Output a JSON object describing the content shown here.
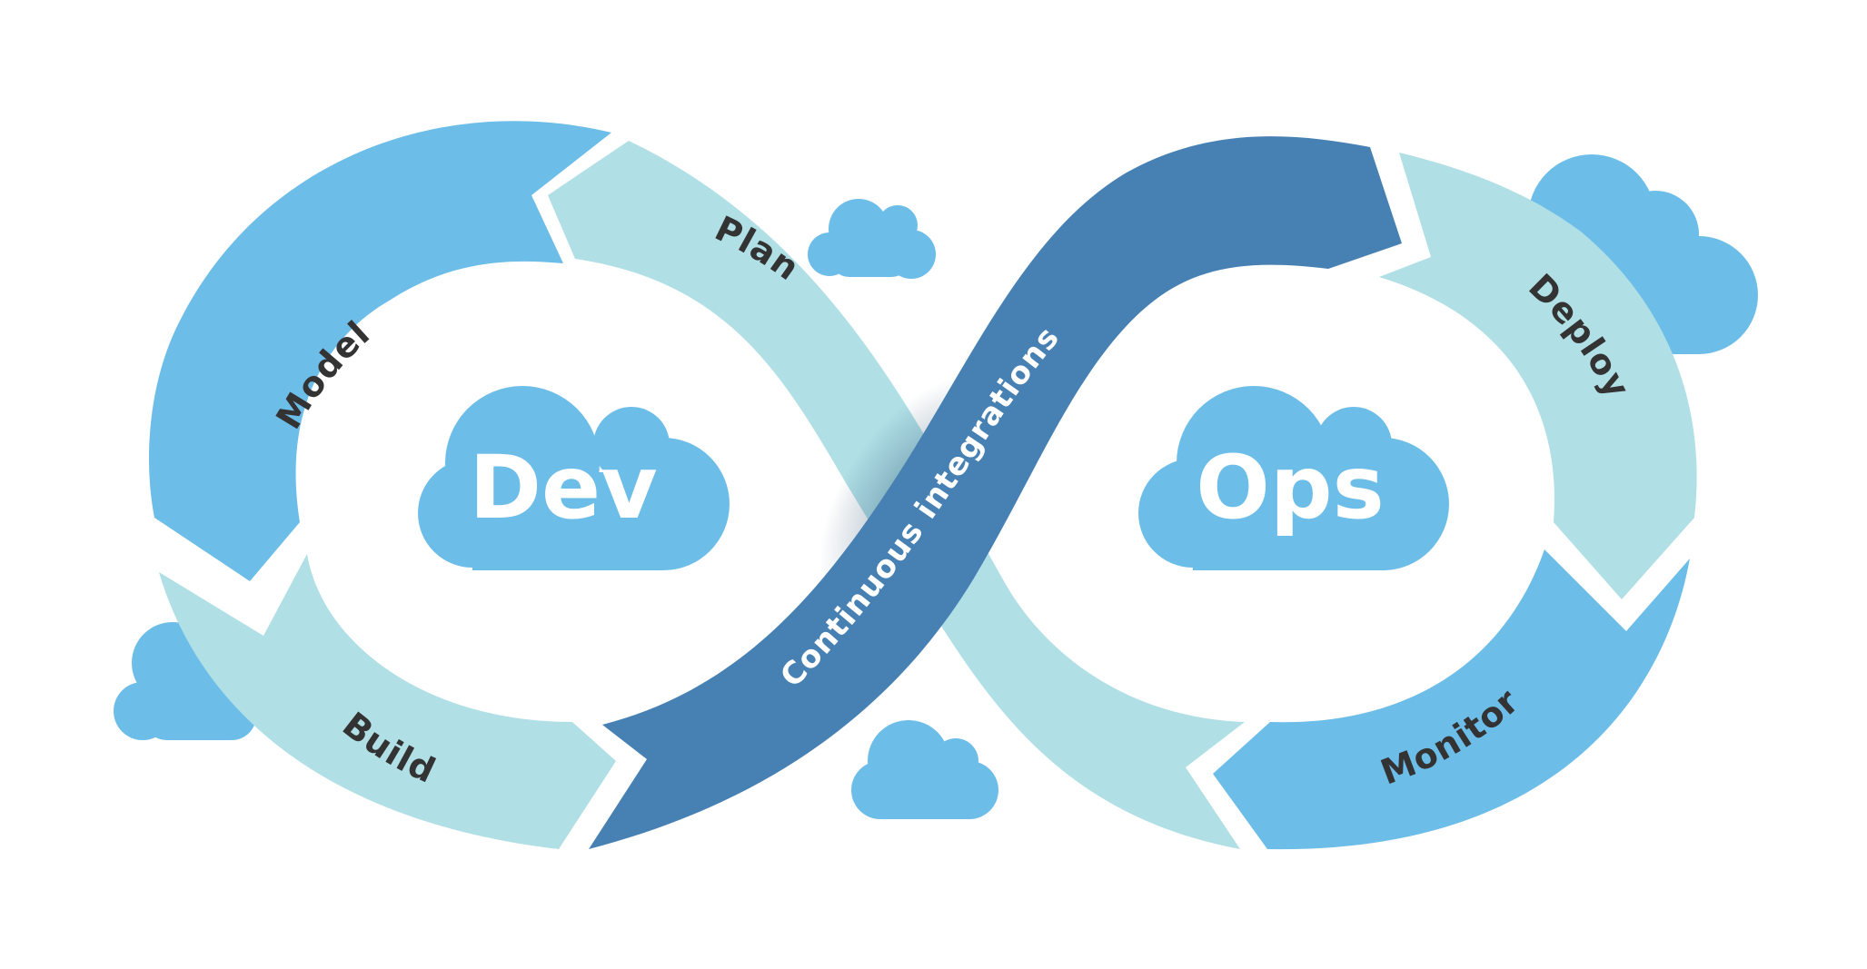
{
  "diagram": {
    "center_left_label": "Dev",
    "center_right_label": "Ops",
    "segments": {
      "model": "Model",
      "plan": "Plan",
      "build": "Build",
      "continuous": "Continuous integrations",
      "deploy": "Deploy",
      "monitor": "Monitor"
    }
  },
  "colors": {
    "mid_blue": "#6dbde9",
    "light_teal": "#b0dfe6",
    "dark_blue": "#4781b3",
    "label_dark": "#333333",
    "white": "#ffffff"
  },
  "icons": [
    "cloud-icon"
  ]
}
